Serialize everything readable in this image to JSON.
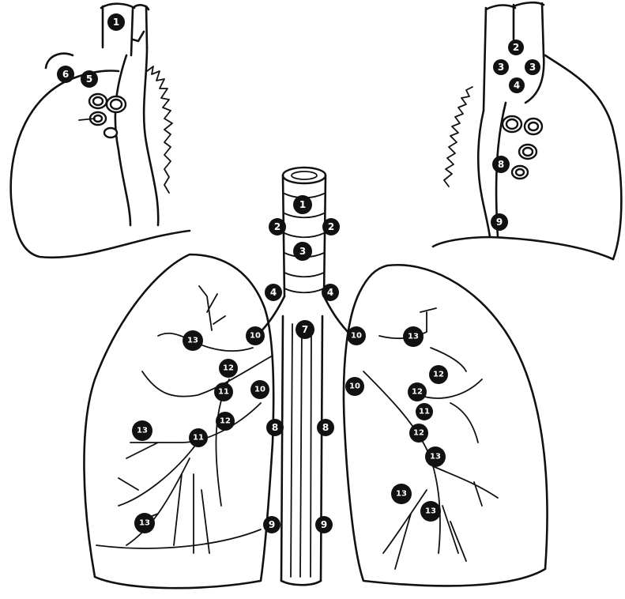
{
  "stations": [
    {
      "id": "s1a",
      "label": "1"
    },
    {
      "id": "s2a",
      "label": "2"
    },
    {
      "id": "s3a",
      "label": "3"
    },
    {
      "id": "s3b",
      "label": "3"
    },
    {
      "id": "s4a",
      "label": "4"
    },
    {
      "id": "s5a",
      "label": "5"
    },
    {
      "id": "s6a",
      "label": "6"
    },
    {
      "id": "s8a",
      "label": "8"
    },
    {
      "id": "s9a",
      "label": "9"
    },
    {
      "id": "s1b",
      "label": "1"
    },
    {
      "id": "s2b",
      "label": "2"
    },
    {
      "id": "s2c",
      "label": "2"
    },
    {
      "id": "s3c",
      "label": "3"
    },
    {
      "id": "s4b",
      "label": "4"
    },
    {
      "id": "s4c",
      "label": "4"
    },
    {
      "id": "s7a",
      "label": "7"
    },
    {
      "id": "s10a",
      "label": "10"
    },
    {
      "id": "s10b",
      "label": "10"
    },
    {
      "id": "s10c",
      "label": "10"
    },
    {
      "id": "s10d",
      "label": "10"
    },
    {
      "id": "s8b",
      "label": "8"
    },
    {
      "id": "s8c",
      "label": "8"
    },
    {
      "id": "s9b",
      "label": "9"
    },
    {
      "id": "s9c",
      "label": "9"
    },
    {
      "id": "s11a",
      "label": "11"
    },
    {
      "id": "s11b",
      "label": "11"
    },
    {
      "id": "s11c",
      "label": "11"
    },
    {
      "id": "s12a",
      "label": "12"
    },
    {
      "id": "s12b",
      "label": "12"
    },
    {
      "id": "s12c",
      "label": "12"
    },
    {
      "id": "s12d",
      "label": "12"
    },
    {
      "id": "s12e",
      "label": "12"
    },
    {
      "id": "s13a",
      "label": "13"
    },
    {
      "id": "s13b",
      "label": "13"
    },
    {
      "id": "s13c",
      "label": "13"
    },
    {
      "id": "s13d",
      "label": "13"
    },
    {
      "id": "s13e",
      "label": "13"
    },
    {
      "id": "s13f",
      "label": "13"
    },
    {
      "id": "s13g",
      "label": "13"
    }
  ]
}
